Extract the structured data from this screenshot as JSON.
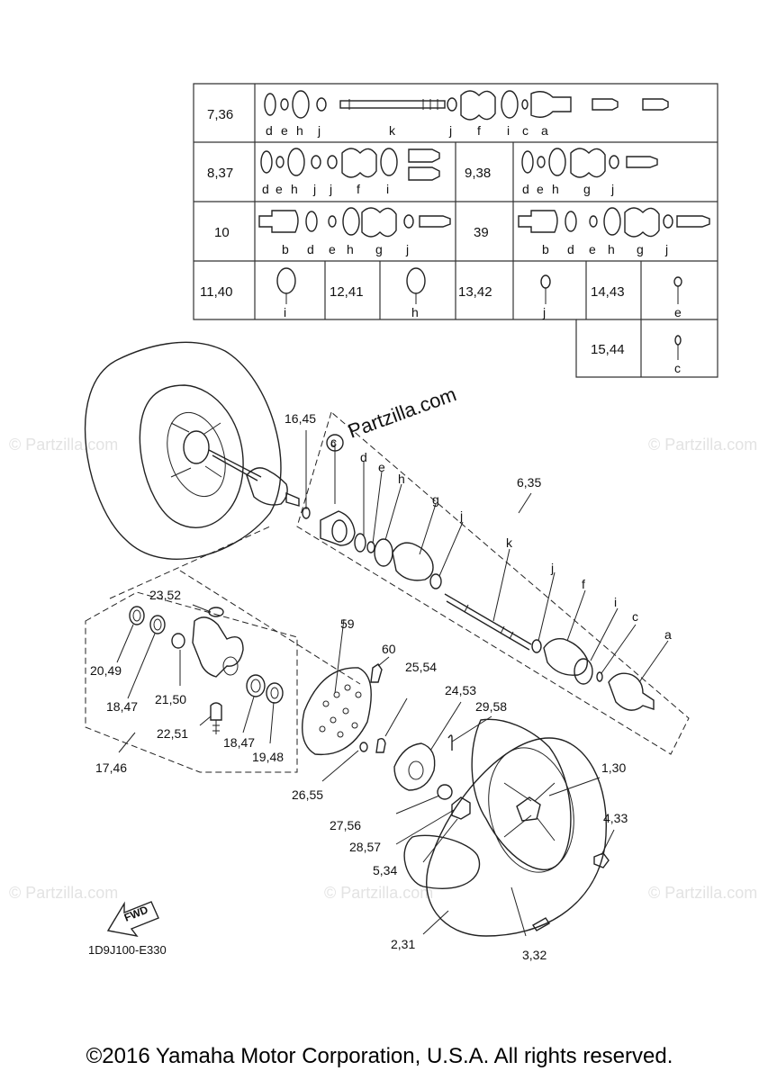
{
  "table": {
    "rows": [
      {
        "code": "7,36",
        "letters": [
          "d",
          "e",
          "h",
          "j",
          "k",
          "j",
          "f",
          "i",
          "c",
          "a"
        ]
      },
      {
        "code": "8,37",
        "letters": [
          "d",
          "e",
          "h",
          "j",
          "j",
          "f",
          "i"
        ]
      },
      {
        "code": "9,38",
        "letters": [
          "d",
          "e",
          "h",
          "g",
          "j"
        ]
      },
      {
        "code": "10",
        "letters": [
          "b",
          "d",
          "e",
          "h",
          "g",
          "j"
        ]
      },
      {
        "code": "39",
        "letters": [
          "b",
          "d",
          "e",
          "h",
          "g",
          "j"
        ]
      },
      {
        "code": "11,40",
        "letters": [
          "i"
        ]
      },
      {
        "code": "12,41",
        "letters": [
          "h"
        ]
      },
      {
        "code": "13,42",
        "letters": [
          "j"
        ]
      },
      {
        "code": "14,43",
        "letters": [
          "e"
        ]
      },
      {
        "code": "15,44",
        "letters": [
          "c"
        ]
      }
    ]
  },
  "callouts": [
    "16,45",
    "6,35",
    "23,52",
    "59",
    "60",
    "25,54",
    "24,53",
    "29,58",
    "20,49",
    "18,47",
    "21,50",
    "22,51",
    "18,47",
    "19,48",
    "1,30",
    "4,33",
    "26,55",
    "27,56",
    "28,57",
    "5,34",
    "17,46",
    "2,31",
    "3,32"
  ],
  "shaft_letters": [
    "c",
    "d",
    "e",
    "h",
    "g",
    "j",
    "k",
    "j",
    "f",
    "i",
    "c",
    "a"
  ],
  "watermark": "© Partzilla.com",
  "brand": "Partzilla.com",
  "fwd_label": "FWD",
  "ref_code": "1D9J100-E330",
  "copyright": "©2016 Yamaha Motor Corporation, U.S.A. All rights reserved."
}
